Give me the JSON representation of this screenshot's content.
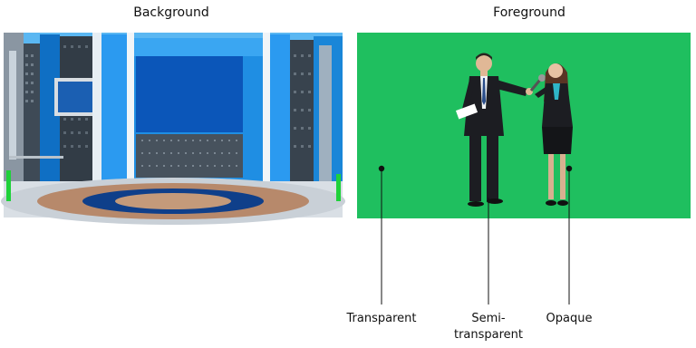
{
  "panels": {
    "background": {
      "title": "Background"
    },
    "foreground": {
      "title": "Foreground"
    }
  },
  "callouts": {
    "transparent": "Transparent",
    "semi_line1": "Semi-",
    "semi_line2": "transparent",
    "opaque": "Opaque"
  },
  "colors": {
    "chroma_green": "#1fbf5f",
    "studio_blue": "#1a86d8"
  }
}
